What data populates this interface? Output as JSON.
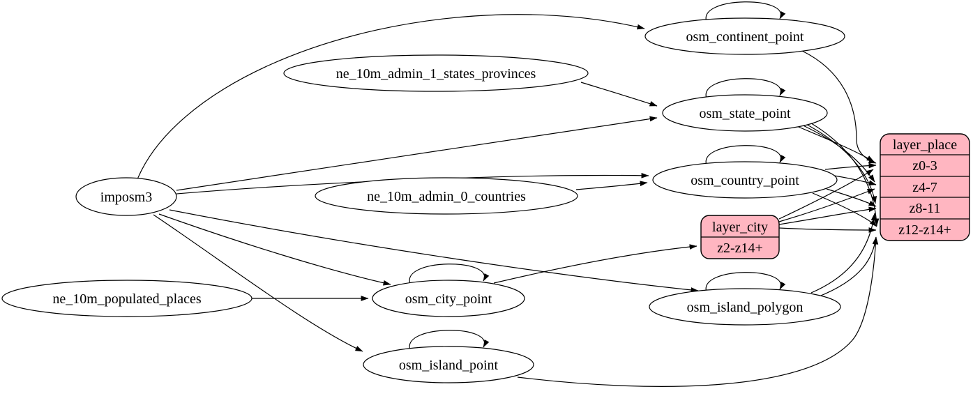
{
  "diagram": {
    "kind": "etl-graph",
    "colors": {
      "background": "#ffffff",
      "node_fill": "#ffffff",
      "record_fill": "#ffb6c1",
      "stroke": "#000000",
      "text": "#000000"
    },
    "labels": {
      "imposm3": "imposm3",
      "ne_10m_admin_1_states_provinces": "ne_10m_admin_1_states_provinces",
      "ne_10m_admin_0_countries": "ne_10m_admin_0_countries",
      "ne_10m_populated_places": "ne_10m_populated_places",
      "osm_continent_point": "osm_continent_point",
      "osm_state_point": "osm_state_point",
      "osm_country_point": "osm_country_point",
      "osm_city_point": "osm_city_point",
      "osm_island_polygon": "osm_island_polygon",
      "osm_island_point": "osm_island_point"
    },
    "layer_place": {
      "title": "layer_place",
      "rows": [
        "z0-3",
        "z4-7",
        "z8-11",
        "z12-z14+"
      ]
    },
    "layer_city": {
      "title": "layer_city",
      "rows": [
        "z2-z14+"
      ]
    },
    "edges": [
      {
        "from": "imposm3",
        "to": "osm_continent_point"
      },
      {
        "from": "imposm3",
        "to": "osm_state_point"
      },
      {
        "from": "imposm3",
        "to": "osm_country_point"
      },
      {
        "from": "imposm3",
        "to": "osm_city_point"
      },
      {
        "from": "imposm3",
        "to": "osm_island_polygon"
      },
      {
        "from": "imposm3",
        "to": "osm_island_point"
      },
      {
        "from": "ne_10m_admin_1_states_provinces",
        "to": "osm_state_point"
      },
      {
        "from": "ne_10m_admin_0_countries",
        "to": "osm_country_point"
      },
      {
        "from": "ne_10m_populated_places",
        "to": "osm_city_point"
      },
      {
        "from": "osm_continent_point",
        "to": "osm_continent_point"
      },
      {
        "from": "osm_state_point",
        "to": "osm_state_point"
      },
      {
        "from": "osm_country_point",
        "to": "osm_country_point"
      },
      {
        "from": "osm_city_point",
        "to": "osm_city_point"
      },
      {
        "from": "osm_island_polygon",
        "to": "osm_island_polygon"
      },
      {
        "from": "osm_island_point",
        "to": "osm_island_point"
      },
      {
        "from": "osm_city_point",
        "to": "layer_city:z2-z14+"
      },
      {
        "from": "osm_continent_point",
        "to": "layer_place:z0-3"
      },
      {
        "from": "osm_state_point",
        "to": "layer_place:z0-3"
      },
      {
        "from": "osm_state_point",
        "to": "layer_place:z4-7"
      },
      {
        "from": "osm_state_point",
        "to": "layer_place:z8-11"
      },
      {
        "from": "osm_state_point",
        "to": "layer_place:z12-z14+"
      },
      {
        "from": "osm_country_point",
        "to": "layer_place:z0-3"
      },
      {
        "from": "osm_country_point",
        "to": "layer_place:z4-7"
      },
      {
        "from": "osm_country_point",
        "to": "layer_place:z8-11"
      },
      {
        "from": "osm_country_point",
        "to": "layer_place:z12-z14+"
      },
      {
        "from": "layer_city",
        "to": "layer_place:z0-3"
      },
      {
        "from": "layer_city",
        "to": "layer_place:z4-7"
      },
      {
        "from": "layer_city",
        "to": "layer_place:z8-11"
      },
      {
        "from": "layer_city",
        "to": "layer_place:z12-z14+"
      },
      {
        "from": "osm_island_polygon",
        "to": "layer_place:z8-11"
      },
      {
        "from": "osm_island_polygon",
        "to": "layer_place:z12-z14+"
      },
      {
        "from": "osm_island_point",
        "to": "layer_place:z12-z14+"
      }
    ]
  }
}
